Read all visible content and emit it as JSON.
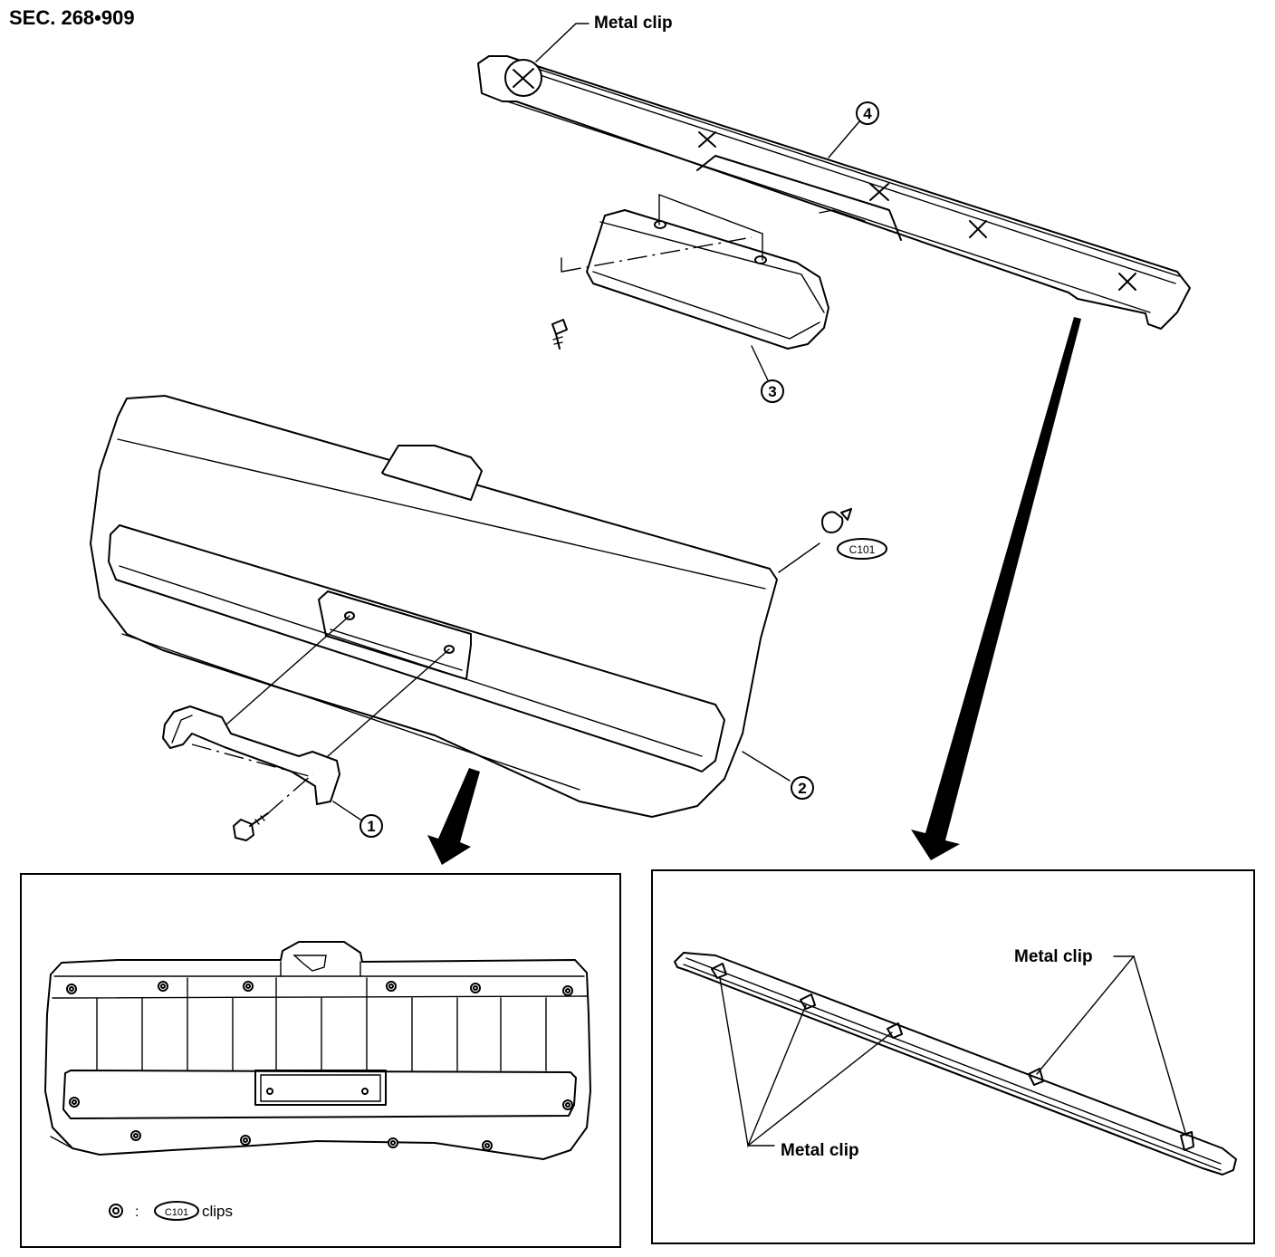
{
  "section_label": "SEC. 268•909",
  "labels": {
    "metal_clip_top": "Metal clip",
    "metal_clip_right_upper": "Metal clip",
    "metal_clip_right_lower": "Metal clip"
  },
  "callouts": {
    "one": "1",
    "two": "2",
    "three": "3",
    "four": "4"
  },
  "clip_code": "C101",
  "legend": {
    "separator": ":",
    "clip_code": "C101",
    "suffix": "clips"
  },
  "icons": [
    "metal-clip-x-marker",
    "clip-icon",
    "screw-icon",
    "bolt-icon",
    "arrow-pointer"
  ]
}
